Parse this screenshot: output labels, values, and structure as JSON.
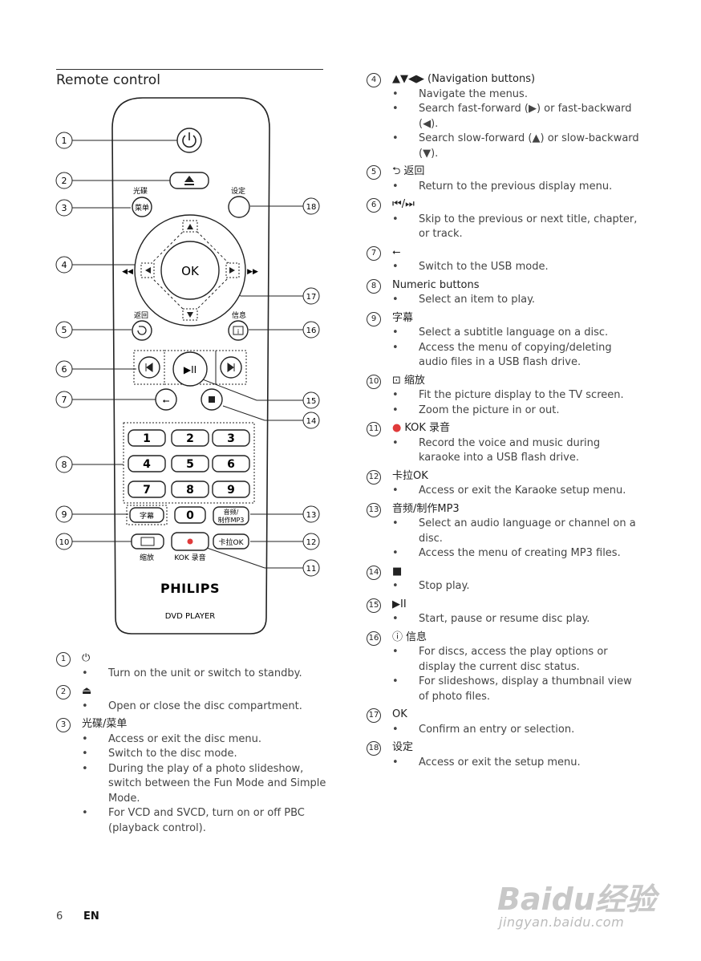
{
  "section_title": "Remote control",
  "page_number": "6",
  "page_lang": "EN",
  "watermark": {
    "brand": "Baidu经验",
    "url": "jingyan.baidu.com"
  },
  "remote": {
    "labels": {
      "disc_menu_top": "光碟",
      "disc_menu_btn": "菜单",
      "setup": "设定",
      "back": "返回",
      "info": "信息",
      "ok": "OK",
      "subtitle": "字幕",
      "audio_mp3": "音频/\n制作MP3",
      "zoom": "缩放",
      "kok": "KOK 录音",
      "karaoke": "卡拉OK",
      "brand": "PHILIPS",
      "model": "DVD PLAYER",
      "digits": [
        "1",
        "2",
        "3",
        "4",
        "5",
        "6",
        "7",
        "8",
        "9",
        "0"
      ]
    },
    "callouts": [
      "1",
      "2",
      "3",
      "4",
      "5",
      "6",
      "7",
      "8",
      "9",
      "10",
      "11",
      "12",
      "13",
      "14",
      "15",
      "16",
      "17",
      "18"
    ]
  },
  "items_left": [
    {
      "num": "1",
      "icon": "power-icon",
      "symbol": "⏻",
      "label": "",
      "bullets": [
        "Turn on the unit or switch to standby."
      ]
    },
    {
      "num": "2",
      "icon": "eject-icon",
      "symbol": "⏏",
      "label": "",
      "bullets": [
        "Open or close the disc compartment."
      ]
    },
    {
      "num": "3",
      "icon": "",
      "symbol": "",
      "label": "光碟/菜单",
      "bullets": [
        "Access or exit the disc menu.",
        "Switch to the disc mode.",
        "During the play of a photo slideshow, switch between the Fun Mode and Simple Mode.",
        "For VCD and SVCD, turn on or off PBC (playback control)."
      ]
    }
  ],
  "items_right": [
    {
      "num": "4",
      "icon": "navigation-icon",
      "symbol": "▲▼◀▶",
      "label": "(Navigation buttons)",
      "bullets": [
        "Navigate the menus.",
        "Search fast-forward (▶) or fast-backward (◀).",
        "Search slow-forward (▲) or slow-backward (▼)."
      ]
    },
    {
      "num": "5",
      "icon": "back-icon",
      "symbol": "⮌",
      "label": "返回",
      "bullets": [
        "Return to the previous display menu."
      ]
    },
    {
      "num": "6",
      "icon": "prev-next-icon",
      "symbol": "⏮/⏭",
      "label": "",
      "bullets": [
        "Skip to the previous or next title, chapter, or track."
      ]
    },
    {
      "num": "7",
      "icon": "usb-icon",
      "symbol": "⭠",
      "label": "",
      "bullets": [
        "Switch to the USB mode."
      ]
    },
    {
      "num": "8",
      "icon": "",
      "symbol": "",
      "label": "Numeric buttons",
      "bullets": [
        "Select an item to play."
      ]
    },
    {
      "num": "9",
      "icon": "",
      "symbol": "",
      "label": "字幕",
      "bullets": [
        "Select a subtitle language on a disc.",
        "Access the menu of copying/deleting audio files in a USB flash drive."
      ]
    },
    {
      "num": "10",
      "icon": "zoom-icon",
      "symbol": "⊡",
      "label": "缩放",
      "bullets": [
        "Fit the picture display to the TV screen.",
        "Zoom the picture in or out."
      ]
    },
    {
      "num": "11",
      "icon": "record-icon",
      "symbol": "●",
      "label": "KOK 录音",
      "bullets": [
        "Record the voice and music during karaoke into a USB flash drive."
      ]
    },
    {
      "num": "12",
      "icon": "",
      "symbol": "",
      "label": "卡拉OK",
      "bullets": [
        "Access or exit the Karaoke setup menu."
      ]
    },
    {
      "num": "13",
      "icon": "",
      "symbol": "",
      "label": "音频/制作MP3",
      "bullets": [
        "Select an audio language or channel on a disc.",
        "Access the menu of creating MP3 files."
      ]
    },
    {
      "num": "14",
      "icon": "stop-icon",
      "symbol": "■",
      "label": "",
      "bullets": [
        "Stop play."
      ]
    },
    {
      "num": "15",
      "icon": "play-pause-icon",
      "symbol": "▶II",
      "label": "",
      "bullets": [
        "Start, pause or resume disc play."
      ]
    },
    {
      "num": "16",
      "icon": "info-icon",
      "symbol": "ⓘ",
      "label": "信息",
      "bullets": [
        "For discs, access the play options or display the current disc status.",
        "For slideshows, display a thumbnail view of photo files."
      ]
    },
    {
      "num": "17",
      "icon": "",
      "symbol": "",
      "label": "OK",
      "bullets": [
        "Confirm an entry or selection."
      ]
    },
    {
      "num": "18",
      "icon": "",
      "symbol": "",
      "label": "设定",
      "bullets": [
        "Access or exit the setup menu."
      ]
    }
  ]
}
